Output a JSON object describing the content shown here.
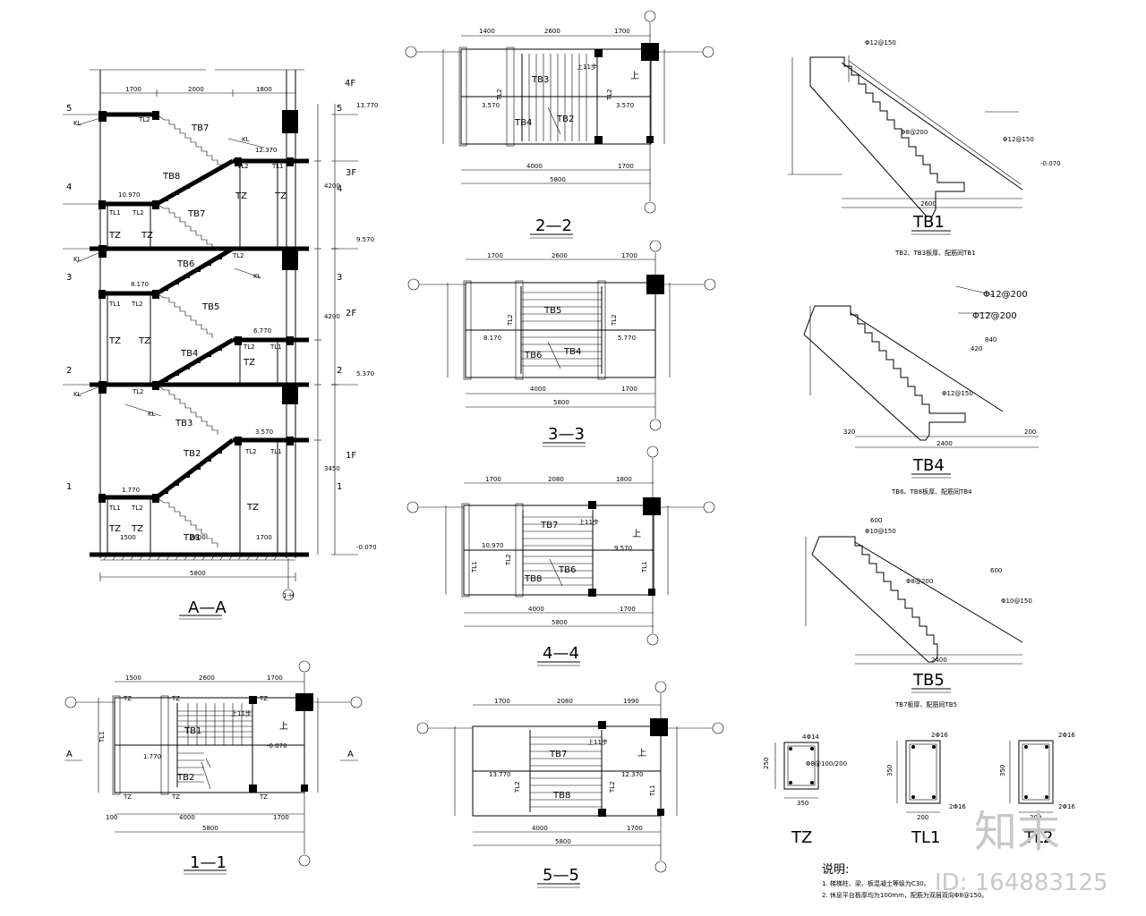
{
  "section_aa": {
    "title": "A—A",
    "floor_labels": [
      "4F",
      "3F",
      "2F",
      "1F"
    ],
    "axis_labels": [
      "5",
      "4",
      "3",
      "2",
      "1"
    ],
    "elevations": [
      "13.770",
      "12.370",
      "10.970",
      "9.570",
      "8.170",
      "6.770",
      "5.370",
      "3.570",
      "1.770",
      "-0.070"
    ],
    "members": [
      "TB1",
      "TB2",
      "TB3",
      "TB4",
      "TB5",
      "TB6",
      "TB7",
      "TB8",
      "TL1",
      "TL2",
      "TZ",
      "KL"
    ],
    "top_dims": [
      "1700",
      "2000",
      "1800"
    ],
    "bottom_dims": [
      "1500",
      "2600",
      "1700"
    ],
    "total_dim": "5800",
    "grid_label": "1-H",
    "right_dims": [
      "4200",
      "4200",
      "3450"
    ]
  },
  "section_11": {
    "title": "1—1",
    "members": [
      "TB1",
      "TB2",
      "TL1",
      "TZ"
    ],
    "note": "上11步",
    "up": "上",
    "elev": "-0.070",
    "elev2": "1.770",
    "total": "5800",
    "dims": [
      "100",
      "4000",
      "1700"
    ],
    "cut": "A",
    "top_dims": [
      "1500",
      "2600",
      "1700"
    ]
  },
  "section_22": {
    "title": "2—2",
    "members": [
      "TB2",
      "TB3",
      "TB4",
      "TL2"
    ],
    "note": "上11步",
    "up": "上",
    "elevs": [
      "3.570",
      "3.570"
    ],
    "total": "5800",
    "dims": [
      "4000",
      "1700"
    ],
    "top_dims": [
      "1400",
      "2600",
      "1700"
    ]
  },
  "section_33": {
    "title": "3—3",
    "members": [
      "TB5",
      "TB6",
      "TB4",
      "TL2"
    ],
    "elevs": [
      "8.170",
      "5.770"
    ],
    "total": "5800",
    "dims": [
      "4000",
      "1700"
    ],
    "top_dims": [
      "1700",
      "2600",
      "1700"
    ]
  },
  "section_44": {
    "title": "4—4",
    "members": [
      "TB7",
      "TB8",
      "TB6",
      "TL1",
      "TL2"
    ],
    "note": "上11步",
    "up": "上",
    "elevs": [
      "10.970",
      "9.570"
    ],
    "total": "5800",
    "dims": [
      "4000",
      "1700"
    ],
    "top_dims": [
      "1700",
      "2080",
      "1800"
    ]
  },
  "section_55": {
    "title": "5—5",
    "members": [
      "TB7",
      "TB8",
      "TL1",
      "TL2"
    ],
    "note": "上11步",
    "up": "上",
    "elevs": [
      "13.770",
      "12.370"
    ],
    "total": "5800",
    "dims": [
      "4000",
      "1700"
    ],
    "top_dims": [
      "1700",
      "2080",
      "1990"
    ]
  },
  "details": {
    "tb1": {
      "title": "TB1",
      "caption": "TB2、TB3板厚、配筋同TB1",
      "span": "2600",
      "elev": "-0.070",
      "rebar": [
        "Φ12@150",
        "Φ8@200",
        "Φ12@150"
      ]
    },
    "tb4": {
      "title": "TB4",
      "caption": "TB6、TB8板厚、配筋同TB4",
      "span": "2400",
      "rebar": [
        "Φ12@200",
        "Φ12@200",
        "Φ12@150"
      ],
      "dims": [
        "840",
        "420",
        "320",
        "200"
      ]
    },
    "tb5": {
      "title": "TB5",
      "caption": "TB7板厚、配筋同TB5",
      "span": "2400",
      "rebar": [
        "Φ10@150",
        "Φ8@200",
        "Φ10@150"
      ],
      "dims": [
        "600",
        "600"
      ]
    },
    "tz": {
      "title": "TZ",
      "dims": [
        "350",
        "250"
      ],
      "rebar": [
        "4Φ14",
        "Φ8@100/200"
      ]
    },
    "tl1": {
      "title": "TL1",
      "dims": [
        "200",
        "350"
      ],
      "rebar": [
        "2Φ16",
        "2Φ16"
      ]
    },
    "tl2": {
      "title": "TL2",
      "dims": [
        "200",
        "350"
      ],
      "rebar": [
        "2Φ16",
        "2Φ16"
      ]
    }
  },
  "notes": {
    "heading": "说明:",
    "lines": [
      "1. 梯梯柱、梁、板混凝土等级为C30。",
      "2. 休息平台板厚均为100mm，配筋为双层双向Φ8@150。"
    ]
  },
  "watermark": {
    "brand": "知末",
    "id": "ID: 164883125"
  }
}
